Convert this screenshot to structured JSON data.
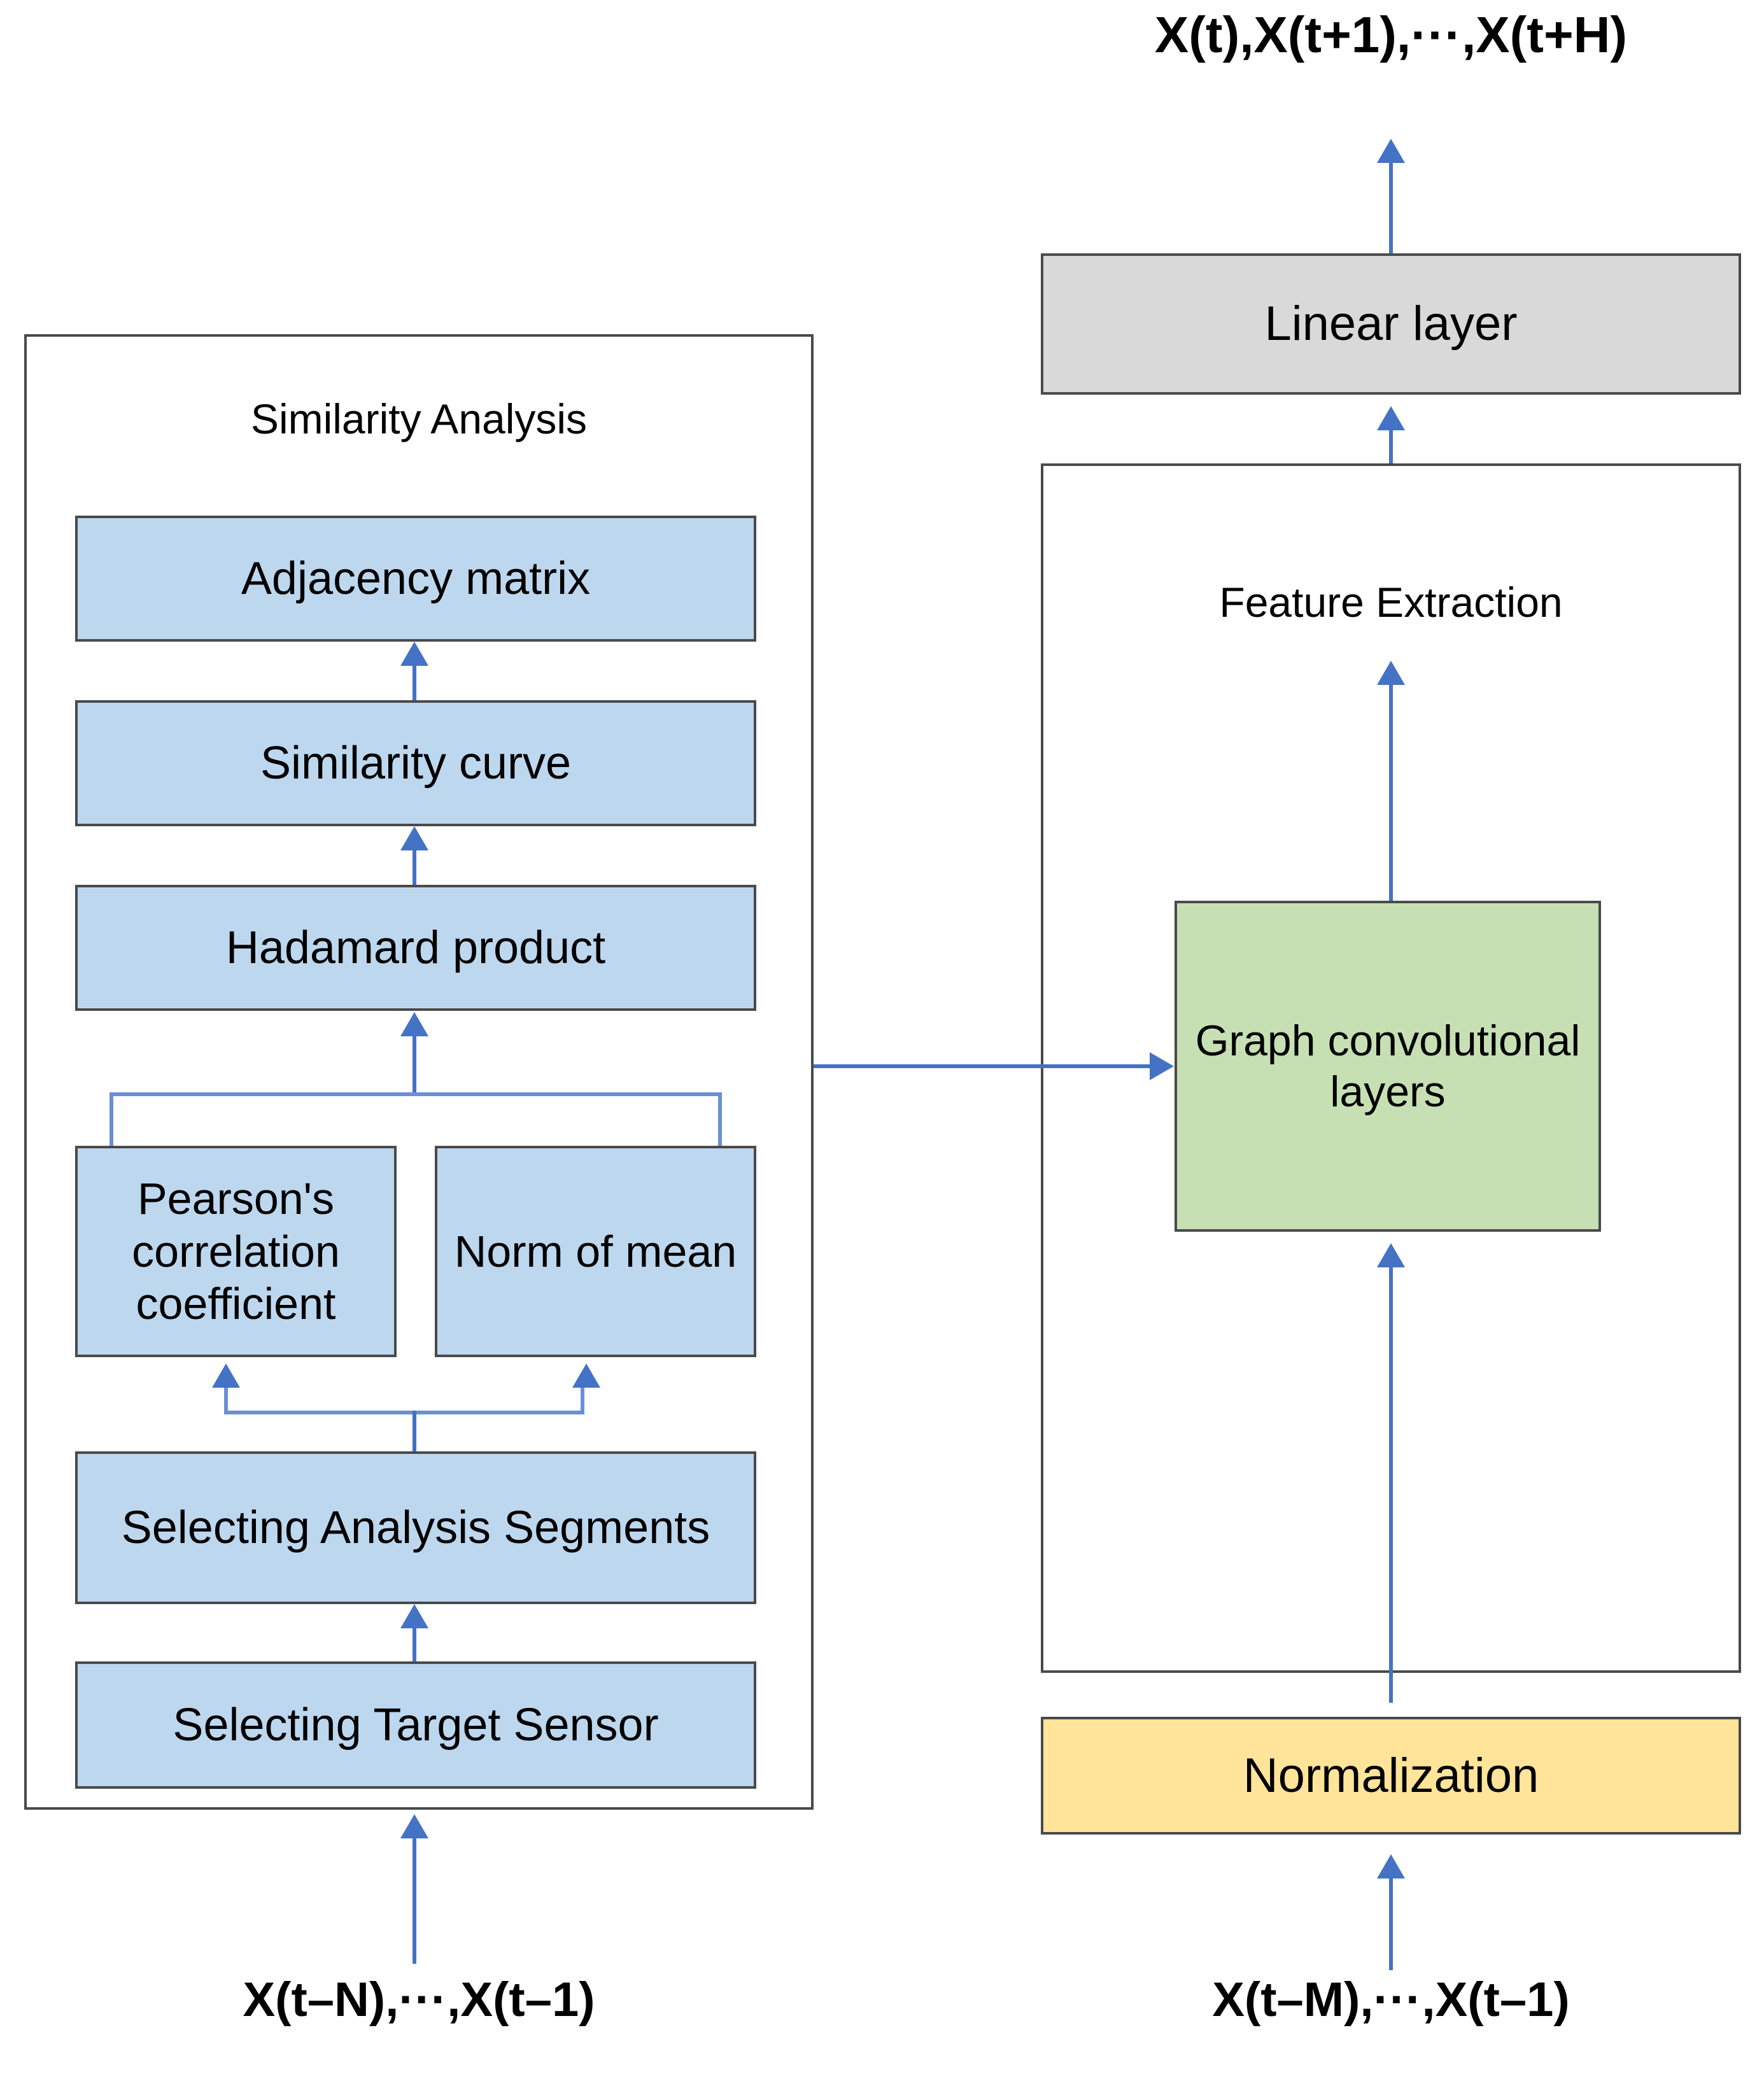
{
  "diagram": {
    "title_top_output": "X(t),X(t+1),···,X(t+H)",
    "left_panel": {
      "heading": "Similarity Analysis",
      "input_label": "X(t–N),···,X(t–1)",
      "boxes": [
        {
          "label": "Adjacency matrix"
        },
        {
          "label": "Similarity curve"
        },
        {
          "label": "Hadamard product"
        },
        {
          "label": "Pearson's correlation coefficient"
        },
        {
          "label": "Norm of mean"
        },
        {
          "label": "Selecting Analysis Segments"
        },
        {
          "label": "Selecting Target Sensor"
        }
      ]
    },
    "right_panel": {
      "heading": "Feature Extraction",
      "input_label": "X(t–M),···,X(t–1)",
      "boxes": [
        {
          "label": "Linear layer"
        },
        {
          "label": "Graph convolutional layers"
        },
        {
          "label": "Normalization"
        }
      ]
    },
    "colors": {
      "blue_fill": "#BDD7EE",
      "green_fill": "#C6E0B4",
      "yellow_fill": "#FFE49A",
      "gray_fill": "#D9D9D9",
      "border": "#4a4a4a",
      "arrow": "#4472C4",
      "brace": "#6C8FD6"
    }
  }
}
